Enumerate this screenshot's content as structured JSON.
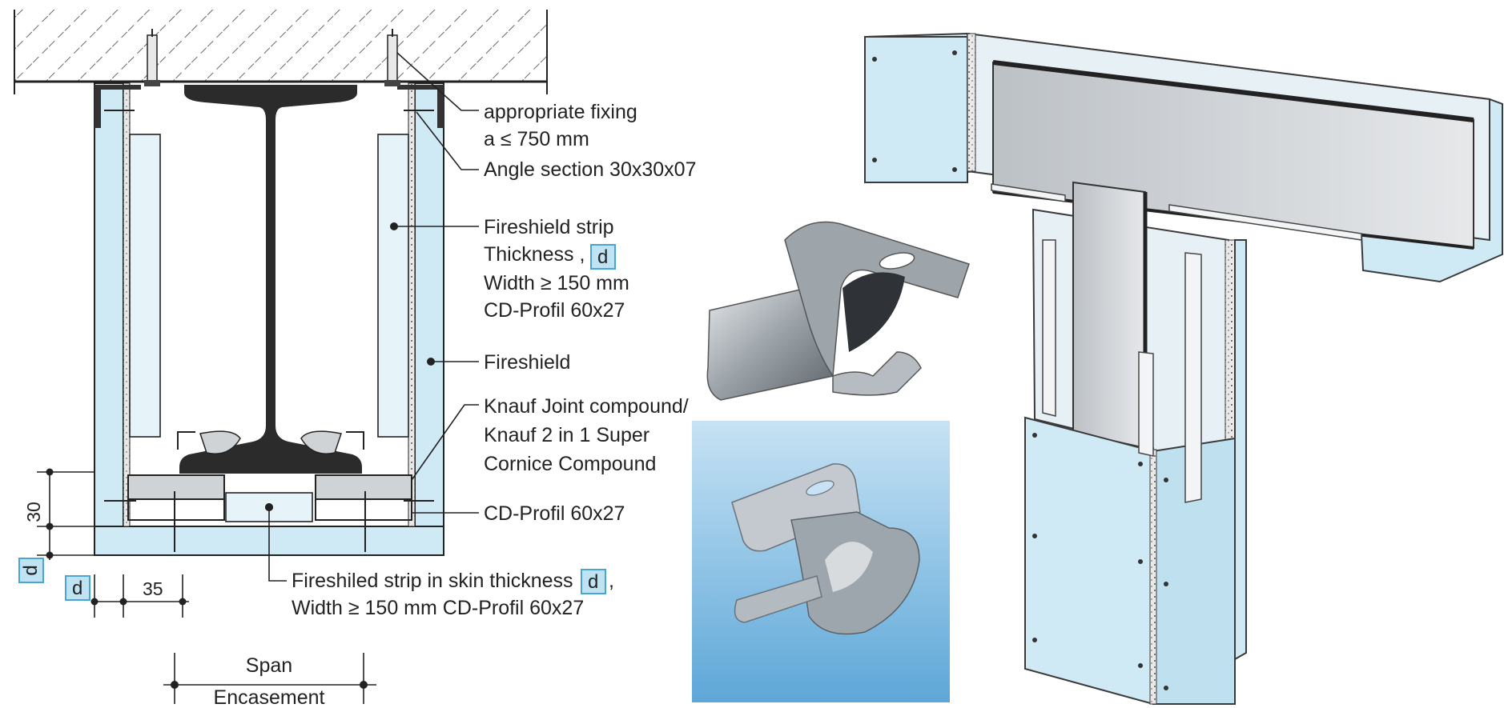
{
  "section_drawing": {
    "labels": {
      "fixing_1": "appropriate fixing",
      "fixing_2": "a ≤ 750 mm",
      "angle": "Angle section 30x30x07",
      "strip_1": "Fireshield strip",
      "strip_2": "Thickness ,",
      "strip_3": "Width ≥ 150 mm",
      "strip_4": "CD-Profil 60x27",
      "fireshield": "Fireshield",
      "compound_1": "Knauf Joint compound/",
      "compound_2": "Knauf 2 in 1 Super",
      "compound_3": "Cornice Compound",
      "cd_profil": "CD-Profil 60x27",
      "skin_1": "Fireshiled strip in skin thickness",
      "skin_1_end": ",",
      "skin_2": "Width ≥ 150 mm CD-Profil 60x27"
    },
    "thickness_tag": "d",
    "dimensions": {
      "height_30": "30",
      "width_35": "35",
      "span": "Span",
      "encasement": "Encasement"
    }
  },
  "colors": {
    "board": "#cfe9f5",
    "board_edge": "#2a2a2a",
    "steel": "#2b2b2b",
    "tag_bg": "#bfe3f2",
    "tag_border": "#4aa6d0",
    "photo_bg": "#8ec3e6"
  }
}
